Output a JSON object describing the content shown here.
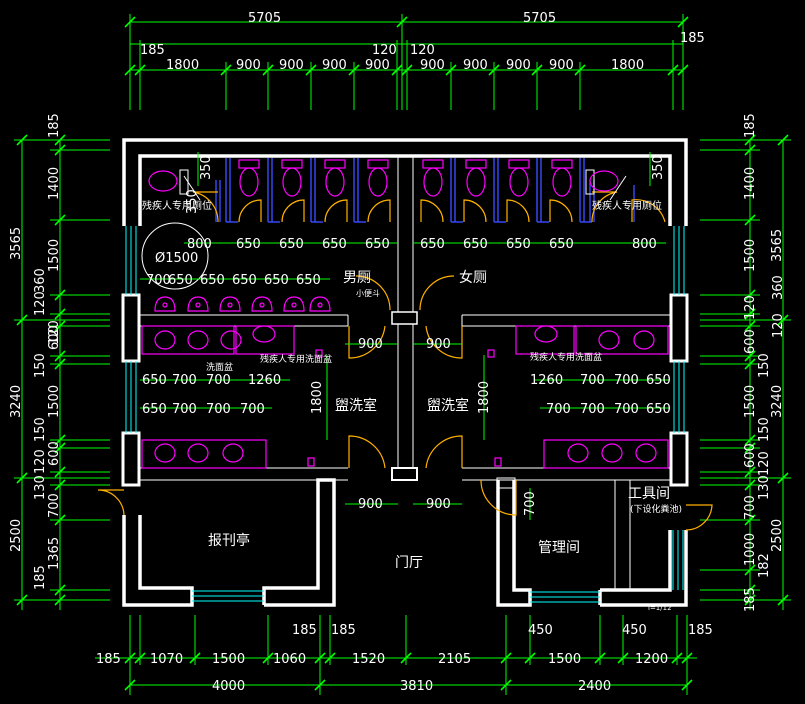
{
  "rooms": {
    "mens": "男厕",
    "womens": "女厕",
    "wash_left": "盥洗室",
    "wash_right": "盥洗室",
    "newsstand": "报刊亭",
    "lobby": "门厅",
    "management": "管理间",
    "tool_room": "工具间",
    "tool_room_note": "(下设化粪池)",
    "accessible_left": "残疾人专用厕位",
    "accessible_right": "残疾人专用厕位",
    "wash_basin": "洗面盆",
    "accessible_basin_left": "残疾人专用洗面盆",
    "accessible_basin_right": "残疾人专用洗面盆",
    "circle_label": "Ø1500",
    "urinal_note": "小便斗",
    "scale_note": "i=1/12"
  },
  "dims": {
    "top_total_left": "5705",
    "top_total_right": "5705",
    "top_185_left": "185",
    "top_120_a": "120",
    "top_120_b": "120",
    "top_185_right": "185",
    "top_row": [
      "1800",
      "900",
      "900",
      "900",
      "900",
      "900",
      "900",
      "900",
      "900",
      "1800"
    ],
    "bottom_185": "185",
    "bottom_row": [
      "1070",
      "1500",
      "1060",
      "185",
      "185",
      "1520",
      "2105",
      "450",
      "1500",
      "450",
      "1200",
      "185"
    ],
    "bottom_total": [
      "4000",
      "3810",
      "2400"
    ],
    "left_3565": "3565",
    "left_3240": "3240",
    "left_2500": "2500",
    "left_chain": [
      "185",
      "1400",
      "1500",
      "360",
      "120",
      "120",
      "600",
      "150",
      "1500",
      "150",
      "600",
      "120",
      "130",
      "700",
      "1365",
      "185"
    ],
    "right_chain": [
      "185",
      "1400",
      "1500",
      "360",
      "120",
      "120",
      "600",
      "150",
      "1500",
      "150",
      "600",
      "120",
      "130",
      "700",
      "1000",
      "182",
      "185"
    ],
    "right_3565": "3565",
    "right_3240": "3240",
    "right_2500": "2500",
    "inner_650_left": [
      "650",
      "650",
      "650",
      "650",
      "650"
    ],
    "inner_650_left_first": "700",
    "stall_left": [
      "800",
      "650",
      "650",
      "650",
      "650"
    ],
    "stall_right": [
      "650",
      "650",
      "650",
      "650",
      "800"
    ],
    "door_900": [
      "900",
      "900",
      "900",
      "900"
    ],
    "v1800_left": "1800",
    "v1800_right": "1800",
    "basin_left_a": [
      "650",
      "700",
      "700",
      "1260"
    ],
    "basin_left_b": [
      "650",
      "700",
      "700",
      "700"
    ],
    "basin_right_a": [
      "1260",
      "700",
      "700",
      "650"
    ],
    "basin_right_b": [
      "700",
      "700",
      "700",
      "650"
    ],
    "mgmt_700": "700",
    "top_350_left": "350",
    "top_350_left2": "350",
    "top_350_right": "350"
  }
}
